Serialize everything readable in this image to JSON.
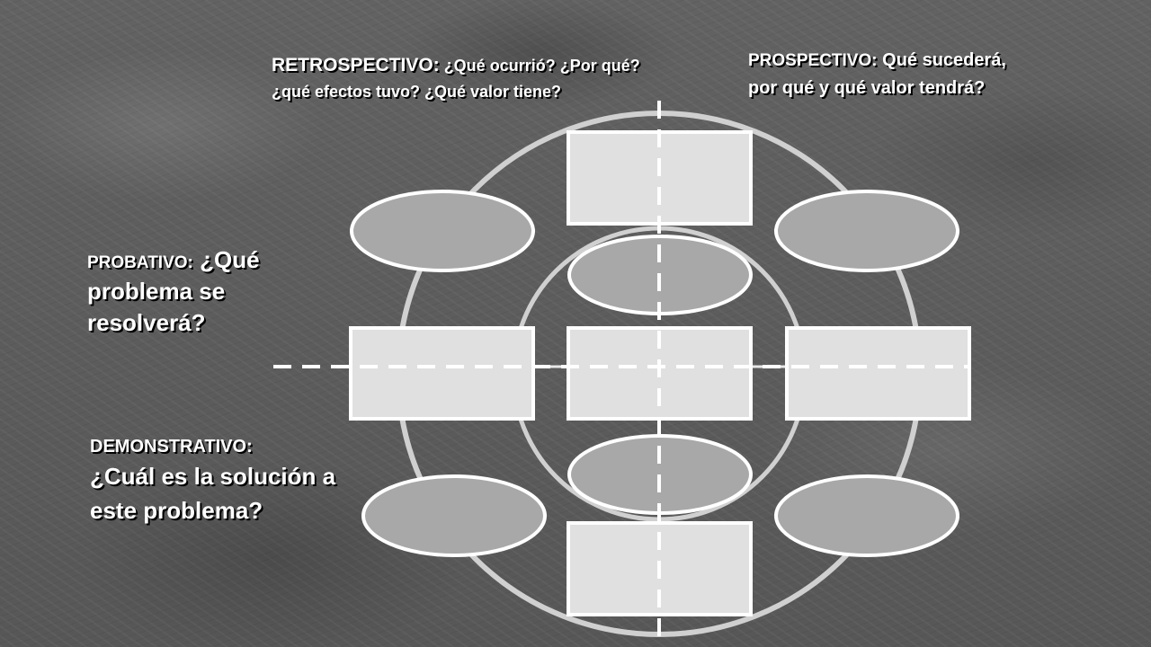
{
  "labels": {
    "retrospectivo": {
      "head": "RETROSPECTIVO:",
      "body": " ¿Qué ocurrió? ¿Por qué? ¿qué efectos tuvo? ¿Qué valor tiene?"
    },
    "prospectivo": {
      "head": "PROSPECTIVO:",
      "body": " Qué sucederá, por qué y qué valor tendrá?"
    },
    "probativo": {
      "head": "PROBATIVO:",
      "body": " ¿Qué problema se resolverá?"
    },
    "demonstrativo": {
      "head": "DEMONSTRATIVO:",
      "body": " ¿Cuál es la solución a este problema?"
    }
  },
  "colors": {
    "background": "#5e5e5e",
    "rect_fill": "#e0e0e0",
    "ellipse_fill": "#a8a8a8",
    "shape_stroke": "#ffffff",
    "ring_stroke": "#d0d0d0",
    "dash_stroke": "#ffffff"
  }
}
